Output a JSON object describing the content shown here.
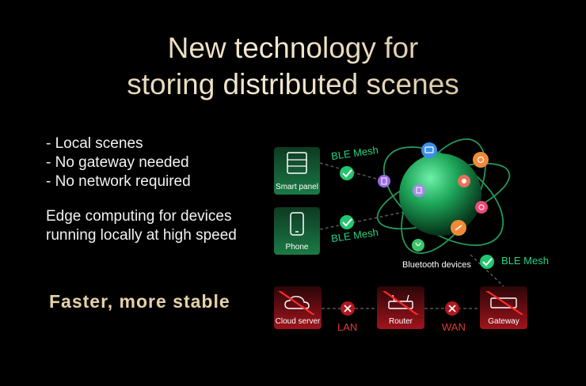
{
  "title": {
    "line1": "New technology for",
    "line2": "storing distributed scenes"
  },
  "bullets": [
    "- Local scenes",
    "- No gateway needed",
    "- No network required"
  ],
  "edge": {
    "line1": "Edge computing for devices",
    "line2": "running locally at high speed"
  },
  "tagline": "Faster, more stable",
  "diagram": {
    "smart_panel": "Smart panel",
    "phone": "Phone",
    "ble_mesh_1": "BLE Mesh",
    "ble_mesh_2": "BLE Mesh",
    "ble_mesh_3": "BLE Mesh",
    "bluetooth_devices": "Bluetooth devices",
    "cloud_server": "Cloud server",
    "router": "Router",
    "gateway": "Gateway",
    "lan": "LAN",
    "wan": "WAN"
  },
  "colors": {
    "accent_green": "#22d483",
    "cross_red": "#e03a3a",
    "gold": "#e6d2a8"
  }
}
